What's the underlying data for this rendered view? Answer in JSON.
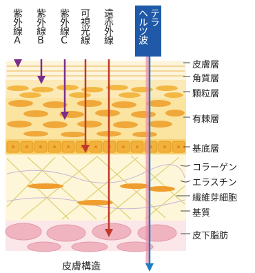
{
  "rays": [
    {
      "label": "紫外線A",
      "color": "#7b2d8e"
    },
    {
      "label": "紫外線B",
      "color": "#7b2d8e"
    },
    {
      "label": "紫外線C",
      "color": "#7b2d8e"
    },
    {
      "label": "可視光線",
      "color": "#c0392b"
    },
    {
      "label": "遠赤外線",
      "color": "#c0392b"
    },
    {
      "label_col1": "テラ",
      "label_col2": "ヘルツ波",
      "color": "#1e7fc6"
    }
  ],
  "layers": {
    "stratum_corneum": "皮膚層",
    "horny": "角質層",
    "granular": "顆粒層",
    "spinous": "有棘層",
    "basal": "基底層",
    "collagen": "コラーゲン",
    "elastin": "エラスチン",
    "fibroblast": "繊維芽細胞",
    "matrix": "基質",
    "subcutaneous": "皮下脂肪"
  },
  "caption": "皮膚構造"
}
